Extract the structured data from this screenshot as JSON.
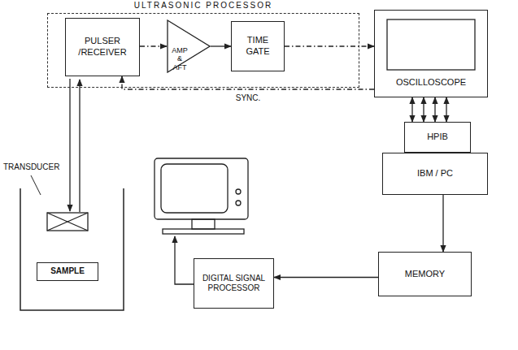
{
  "diagram": {
    "nodes": [
      {
        "text": [
          "ULTRASONIC PROCESSOR"
        ]
      },
      {
        "text": [
          "PULSER /RECEIVER"
        ],
        "in": 0
      },
      {
        "text": [
          "AMP & AFT"
        ],
        "in": 0
      },
      {
        "text": [
          "TIME GATE"
        ],
        "in": 0
      },
      {
        "text": [
          "OSCILLOSCOPE"
        ]
      },
      {
        "text": [
          "HPIB"
        ]
      },
      {
        "text": [
          "IBM / PC"
        ]
      },
      {
        "text": [
          "MEMORY"
        ]
      },
      {
        "text": [
          "DIGITAL SIGNAL PROCESSOR"
        ]
      },
      {
        "text": [
          "SAMPLE"
        ]
      }
    ],
    "edges": [
      {
        "from": 1,
        "to": 2,
        "arrow": "to"
      },
      {
        "from": 2,
        "to": 3,
        "arrow": "to"
      },
      {
        "from": 3,
        "to": 4,
        "arrow": "to"
      },
      {
        "from": 4,
        "to": 1,
        "arrow": "to",
        "label": "SYNC."
      },
      {
        "from": 4,
        "to": 5,
        "arrow": "both"
      },
      {
        "from": 4,
        "to": 5,
        "arrow": "both"
      },
      {
        "from": 4,
        "to": 5,
        "arrow": "both"
      },
      {
        "from": 4,
        "to": 5,
        "arrow": "both"
      },
      {
        "from": 6,
        "to": 7,
        "arrow": "to"
      },
      {
        "from": 7,
        "to": 8,
        "arrow": "to"
      }
    ],
    "labels": [
      "TRANSDUCER"
    ]
  }
}
